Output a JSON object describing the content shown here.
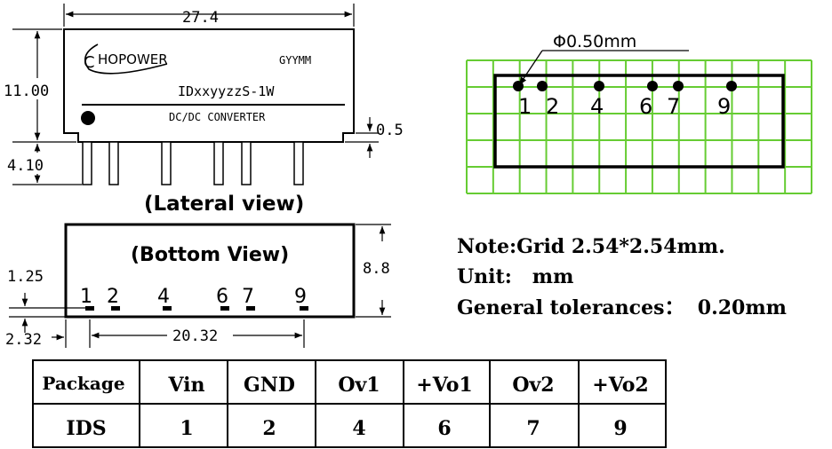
{
  "lateral": {
    "dim_width": "27.4",
    "dim_height": "11.00",
    "dim_pin_len": "4.10",
    "dim_thickness": "0.5",
    "brand": "HOPOWER",
    "brand_initial": "C",
    "date_code": "GYYMM",
    "part_number": "IDxxyyzzS-1W",
    "converter": "DC/DC CONVERTER",
    "caption": "(Lateral view)"
  },
  "bottom": {
    "caption": "(Bottom View)",
    "dim_height": "8.8",
    "dim_edge": "1.25",
    "dim_offset": "2.32",
    "dim_span": "20.32",
    "pins": [
      "1",
      "2",
      "4",
      "6",
      "7",
      "9"
    ]
  },
  "grid": {
    "pin_diameter": "Φ0.50mm",
    "pins": [
      "1",
      "2",
      "4",
      "6",
      "7",
      "9"
    ],
    "color": "#66cc33"
  },
  "notes": {
    "line1": "Note:Grid 2.54*2.54mm.",
    "line2": "Unit:   mm",
    "line3": "General tolerances：  0.20mm"
  },
  "table": {
    "headers": [
      "Package",
      "Vin",
      "GND",
      "Ov1",
      "+Vo1",
      "Ov2",
      "+Vo2"
    ],
    "row": [
      "IDS",
      "1",
      "2",
      "4",
      "6",
      "7",
      "9"
    ]
  }
}
